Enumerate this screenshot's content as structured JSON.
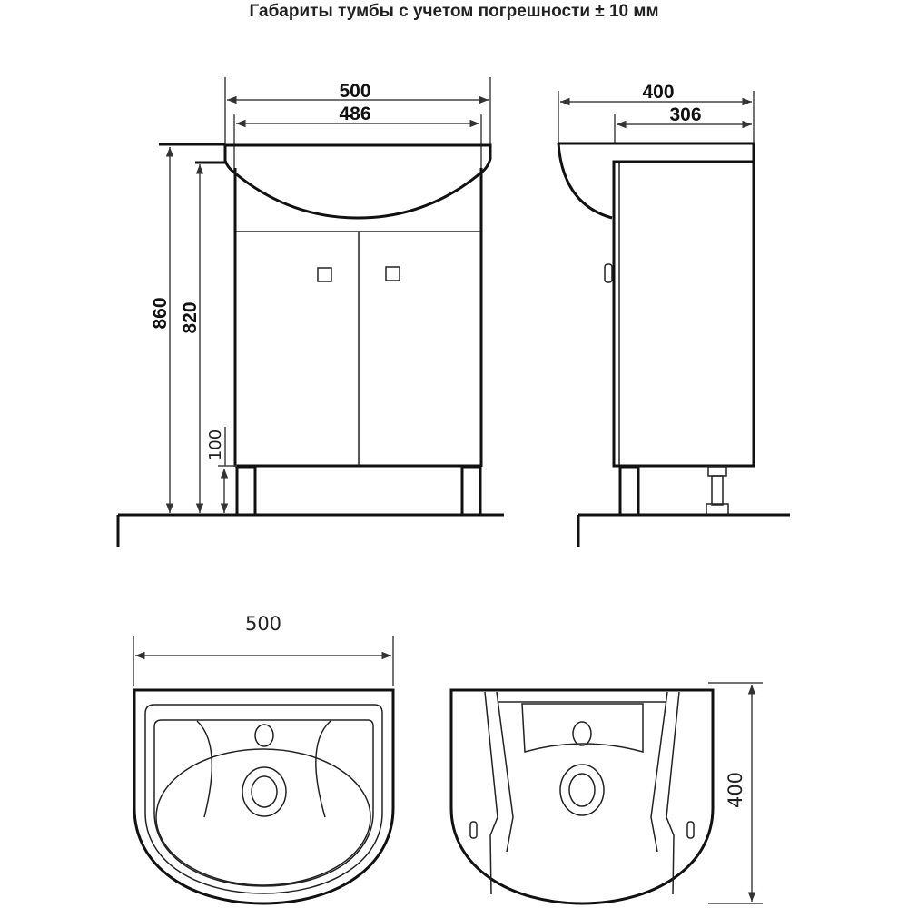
{
  "title": "Габариты тумбы с учетом погрешности ± 10 мм",
  "front_view": {
    "width_total": "500",
    "width_inner": "486",
    "height_total": "860",
    "height_cabinet": "820",
    "leg_height": "100"
  },
  "side_view": {
    "depth_total": "400",
    "depth_cabinet": "306"
  },
  "sink_top_view": {
    "width": "500"
  },
  "sink_bottom_view": {
    "depth": "400"
  }
}
